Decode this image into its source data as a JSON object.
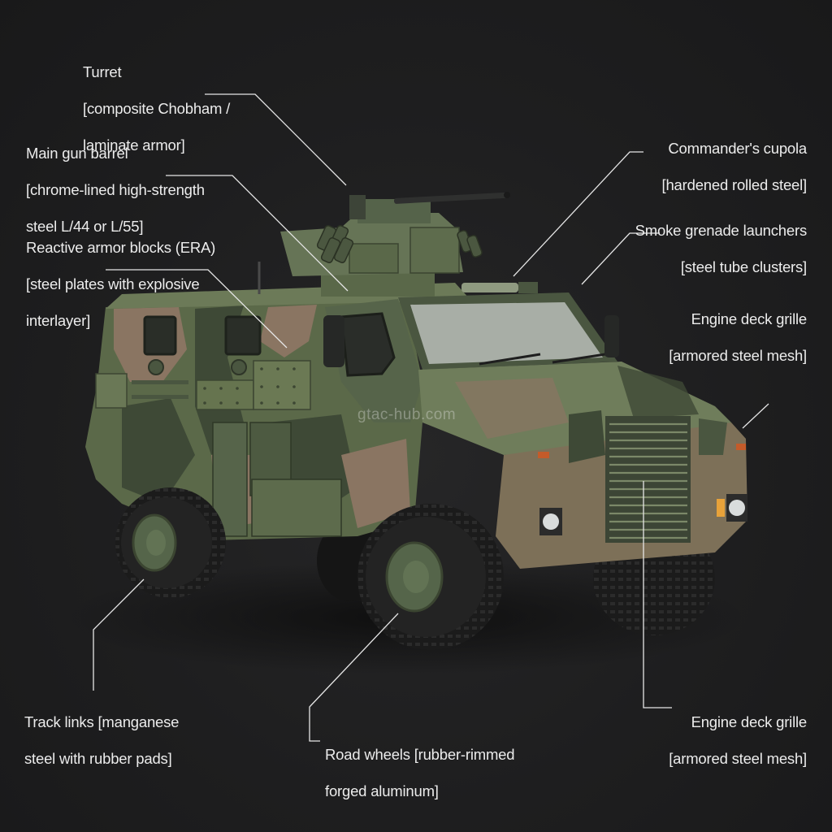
{
  "diagram": {
    "subject": "Armored 4x4 military vehicle with remote weapon station",
    "watermark": "gtac-hub.com",
    "colors": {
      "background": "#1c1c1d",
      "label_text": "#ececec",
      "leader_line": "#e6e6e6",
      "camo_green": "#5d6b4c",
      "camo_dark": "#3f4a36",
      "camo_tan": "#8a7663",
      "tire": "#1a1a1a"
    },
    "callouts": [
      {
        "id": "turret",
        "title": "Turret",
        "lines": [
          "Turret",
          "[composite Chobham /",
          "laminate armor]"
        ]
      },
      {
        "id": "main-gun-barrel",
        "title": "Main gun barrel",
        "lines": [
          "Main gun barrel",
          "[chrome-lined high-strength",
          "steel L/44 or L/55]"
        ]
      },
      {
        "id": "reactive-armor",
        "title": "Reactive armor blocks (ERA)",
        "lines": [
          "Reactive armor blocks (ERA)",
          "[steel plates with explosive",
          "interlayer]"
        ]
      },
      {
        "id": "commanders-cupola",
        "title": "Commander's cupola",
        "lines": [
          "Commander's cupola",
          "[hardened rolled steel]"
        ]
      },
      {
        "id": "smoke-launchers",
        "title": "Smoke grenade launchers",
        "lines": [
          "Smoke grenade launchers",
          "[steel tube clusters]"
        ]
      },
      {
        "id": "engine-deck-grille-upper",
        "title": "Engine deck grille",
        "lines": [
          "Engine deck grille",
          "[armored steel mesh]"
        ]
      },
      {
        "id": "track-links",
        "title": "Track links",
        "lines": [
          "Track links [manganese",
          "steel with rubber pads]"
        ]
      },
      {
        "id": "road-wheels",
        "title": "Road wheels",
        "lines": [
          "Road wheels [rubber-rimmed",
          "forged aluminum]"
        ]
      },
      {
        "id": "engine-deck-grille-lower",
        "title": "Engine deck grille",
        "lines": [
          "Engine deck grille",
          "[armored steel mesh]"
        ]
      }
    ]
  }
}
